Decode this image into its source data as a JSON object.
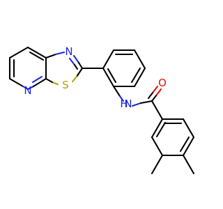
{
  "molecule": {
    "atoms": {
      "n_thiazole": {
        "symbol": "N",
        "color": "#1f28d6"
      },
      "n_pyridine": {
        "symbol": "N",
        "color": "#1f28d6"
      },
      "s_thiazole": {
        "symbol": "S",
        "color": "#b7a000"
      },
      "o_carbonyl": {
        "symbol": "O",
        "color": "#e2110b"
      },
      "nh_amide": {
        "symbol": "N",
        "color": "#1f28d6"
      },
      "h_amide": {
        "symbol": "H",
        "color": "#1f28d6"
      }
    }
  }
}
